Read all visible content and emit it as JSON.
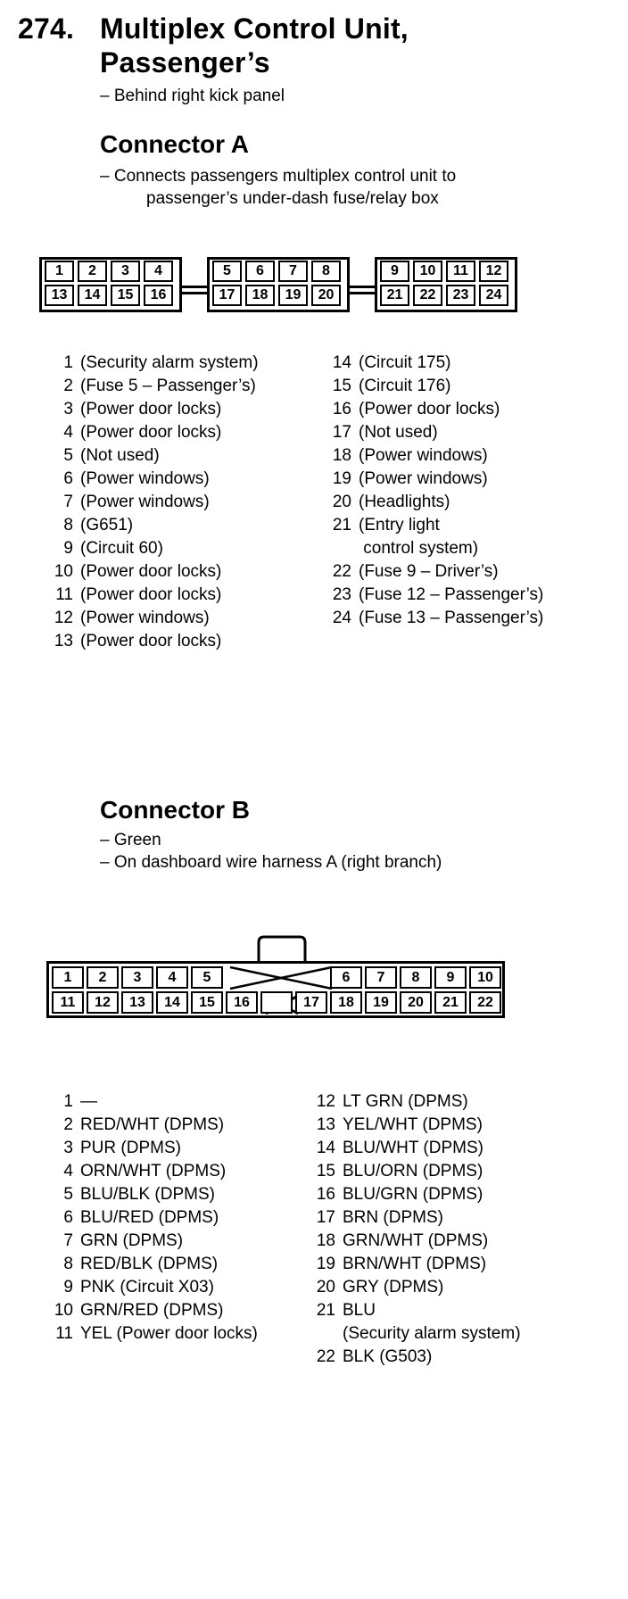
{
  "header": {
    "number": "274.",
    "title_line1": "Multiplex Control Unit,",
    "title_line2": "Passenger’s",
    "location": "– Behind right kick panel"
  },
  "connector_a": {
    "title": "Connector A",
    "desc_line1": "– Connects passengers multiplex control unit to",
    "desc_line2": "passenger’s under-dash fuse/relay box",
    "pins_top": [
      "1",
      "2",
      "3",
      "4",
      "5",
      "6",
      "7",
      "8",
      "9",
      "10",
      "11",
      "12"
    ],
    "pins_bottom": [
      "13",
      "14",
      "15",
      "16",
      "17",
      "18",
      "19",
      "20",
      "21",
      "22",
      "23",
      "24"
    ],
    "left_list": [
      {
        "n": "1",
        "d": "(Security alarm system)"
      },
      {
        "n": "2",
        "d": "(Fuse 5 – Passenger’s)"
      },
      {
        "n": "3",
        "d": "(Power door locks)"
      },
      {
        "n": "4",
        "d": "(Power door locks)"
      },
      {
        "n": "5",
        "d": "(Not used)"
      },
      {
        "n": "6",
        "d": "(Power windows)"
      },
      {
        "n": "7",
        "d": "(Power windows)"
      },
      {
        "n": "8",
        "d": "(G651)"
      },
      {
        "n": "9",
        "d": "(Circuit 60)"
      },
      {
        "n": "10",
        "d": "(Power door locks)"
      },
      {
        "n": "11",
        "d": "(Power door locks)"
      },
      {
        "n": "12",
        "d": "(Power windows)"
      },
      {
        "n": "13",
        "d": "(Power door locks)"
      }
    ],
    "right_list": [
      {
        "n": "14",
        "d": "(Circuit 175)"
      },
      {
        "n": "15",
        "d": "(Circuit 176)"
      },
      {
        "n": "16",
        "d": "(Power door locks)"
      },
      {
        "n": "17",
        "d": "(Not used)"
      },
      {
        "n": "18",
        "d": "(Power windows)"
      },
      {
        "n": "19",
        "d": "(Power windows)"
      },
      {
        "n": "20",
        "d": "(Headlights)"
      },
      {
        "n": "21",
        "d": "(Entry light\n control system)"
      },
      {
        "n": "22",
        "d": "(Fuse 9 – Driver’s)"
      },
      {
        "n": "23",
        "d": "(Fuse 12 – Passenger’s)"
      },
      {
        "n": "24",
        "d": "(Fuse 13 – Passenger’s)"
      }
    ]
  },
  "connector_b": {
    "title": "Connector B",
    "desc_line1": "– Green",
    "desc_line2": "– On dashboard wire harness A (right branch)",
    "pins_top": [
      "1",
      "2",
      "3",
      "4",
      "5",
      "6",
      "7",
      "8",
      "9",
      "10"
    ],
    "pins_bottom": [
      "11",
      "12",
      "13",
      "14",
      "15",
      "16",
      "17",
      "18",
      "19",
      "20",
      "21",
      "22"
    ],
    "left_list": [
      {
        "n": "1",
        "d": "—"
      },
      {
        "n": "2",
        "d": "RED/WHT (DPMS)"
      },
      {
        "n": "3",
        "d": "PUR (DPMS)"
      },
      {
        "n": "4",
        "d": "ORN/WHT (DPMS)"
      },
      {
        "n": "5",
        "d": "BLU/BLK (DPMS)"
      },
      {
        "n": "6",
        "d": "BLU/RED (DPMS)"
      },
      {
        "n": "7",
        "d": "GRN (DPMS)"
      },
      {
        "n": "8",
        "d": "RED/BLK (DPMS)"
      },
      {
        "n": "9",
        "d": "PNK (Circuit X03)"
      },
      {
        "n": "10",
        "d": "GRN/RED (DPMS)"
      },
      {
        "n": "11",
        "d": "YEL (Power door locks)"
      }
    ],
    "right_list": [
      {
        "n": "12",
        "d": "LT GRN (DPMS)"
      },
      {
        "n": "13",
        "d": "YEL/WHT (DPMS)"
      },
      {
        "n": "14",
        "d": "BLU/WHT (DPMS)"
      },
      {
        "n": "15",
        "d": "BLU/ORN (DPMS)"
      },
      {
        "n": "16",
        "d": "BLU/GRN (DPMS)"
      },
      {
        "n": "17",
        "d": "BRN (DPMS)"
      },
      {
        "n": "18",
        "d": "GRN/WHT (DPMS)"
      },
      {
        "n": "19",
        "d": "BRN/WHT (DPMS)"
      },
      {
        "n": "20",
        "d": "GRY (DPMS)"
      },
      {
        "n": "21",
        "d": "BLU\n(Security alarm system)"
      },
      {
        "n": "22",
        "d": "BLK (G503)"
      }
    ]
  }
}
